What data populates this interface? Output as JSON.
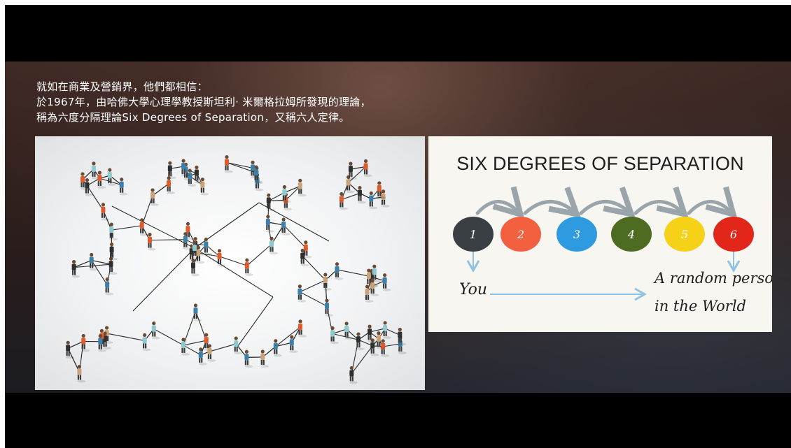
{
  "caption": {
    "line1": "就如在商業及營銷界，他們都相信：",
    "line2": "於1967年，由哈佛大學心理學教授斯坦利· 米爾格拉姆所發現的理論，",
    "line3": "稱為六度分隔理論Six Degrees of Separation，又稱六人定律。"
  },
  "separation": {
    "title": "SIX DEGREES OF SEPARATION",
    "steps": [
      {
        "label": "1",
        "color": "#3a3f44"
      },
      {
        "label": "2",
        "color": "#f2603f"
      },
      {
        "label": "3",
        "color": "#2e9be0"
      },
      {
        "label": "4",
        "color": "#4e6b22"
      },
      {
        "label": "5",
        "color": "#f5d117"
      },
      {
        "label": "6",
        "color": "#e2261a"
      }
    ],
    "start_label": "You",
    "end_label_line1": "A random person",
    "end_label_line2": "in the World",
    "arrow_color": "#8fc3e6",
    "curve_color": "#9aa5ab"
  },
  "network": {
    "figure_colors": [
      "#e05a2b",
      "#3c7fa8",
      "#2f2f2f",
      "#8fc9cf",
      "#c9a27a"
    ]
  }
}
